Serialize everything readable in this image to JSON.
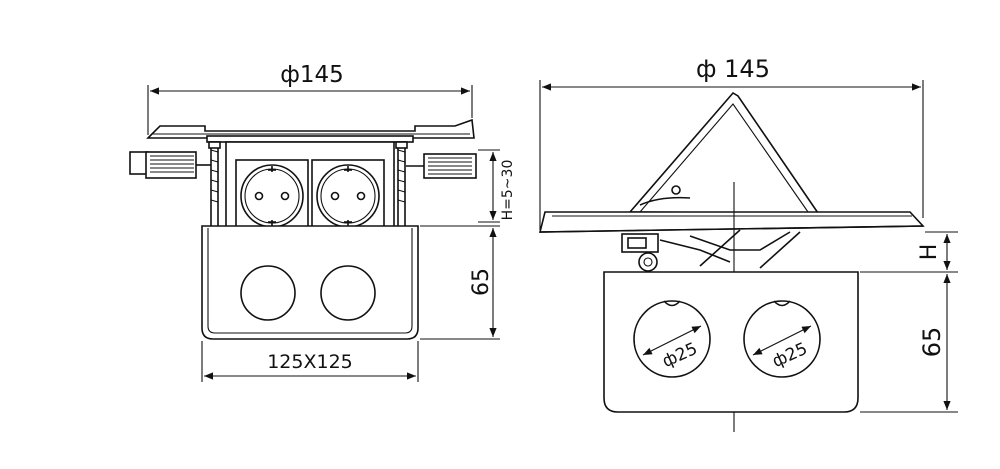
{
  "front_view": {
    "top_width": "ф145",
    "height_range": "H=5~30",
    "box_height": "65",
    "box_size": "125X125"
  },
  "side_view": {
    "top_width": "ф 145",
    "lid_height": "H",
    "box_height": "65",
    "hole_left": "ф25",
    "hole_right": "ф25"
  },
  "colors": {
    "line": "#111111",
    "background": "#ffffff"
  }
}
